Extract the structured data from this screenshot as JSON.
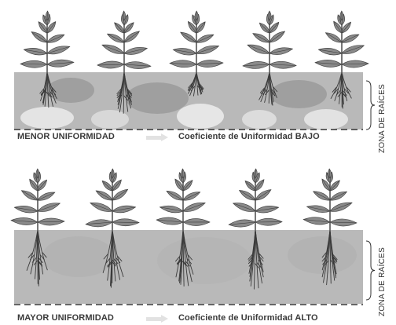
{
  "panels": [
    {
      "id": "top",
      "left_text": "MENOR UNIFORMIDAD",
      "right_text": "Coeficiente de Uniformidad BAJO",
      "zone_label": "ZONA DE RAÍCES",
      "uniformity": "low"
    },
    {
      "id": "bottom",
      "left_text": "MAYOR UNIFORMIDAD",
      "right_text": "Coeficiente de Uniformidad ALTO",
      "zone_label": "ZONA DE RAÍCES",
      "uniformity": "high"
    }
  ],
  "plant_icon": "seedling-icon",
  "colors": {
    "soil": "#b9b9b9",
    "wet_soil": "#9f9f9f",
    "leaf": "#8a8a8a",
    "leaf_vein": "#3d3d3d",
    "root": "#3a3a3a",
    "dashed_line": "#333333"
  }
}
